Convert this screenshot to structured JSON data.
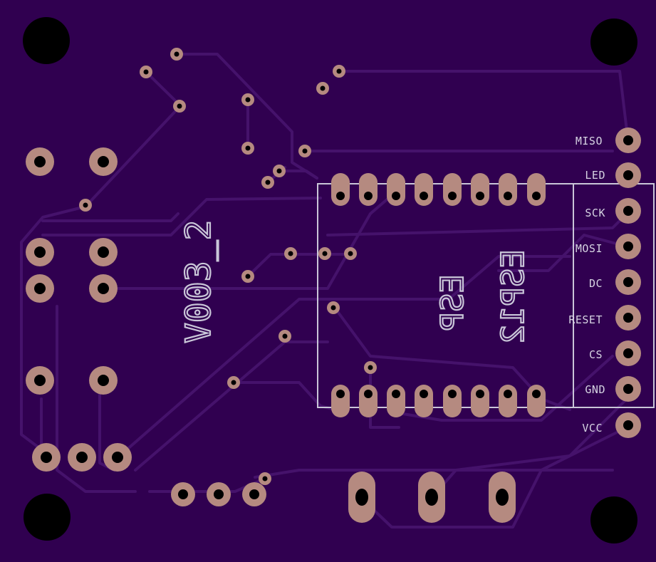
{
  "board": {
    "colors": {
      "substrate": "#300050",
      "trace": "#45126b",
      "pad": "#b58a80",
      "silkscreen": "#c9c6d8",
      "hole": "#000000"
    },
    "version_label": "V003_2",
    "module_label_1": "ESP12",
    "module_label_2": "ESP"
  },
  "header_pins": [
    {
      "label": "MISO"
    },
    {
      "label": "LED"
    },
    {
      "label": "SCK"
    },
    {
      "label": "MOSI"
    },
    {
      "label": "DC"
    },
    {
      "label": "RESET"
    },
    {
      "label": "CS"
    },
    {
      "label": "GND"
    },
    {
      "label": "VCC"
    }
  ]
}
